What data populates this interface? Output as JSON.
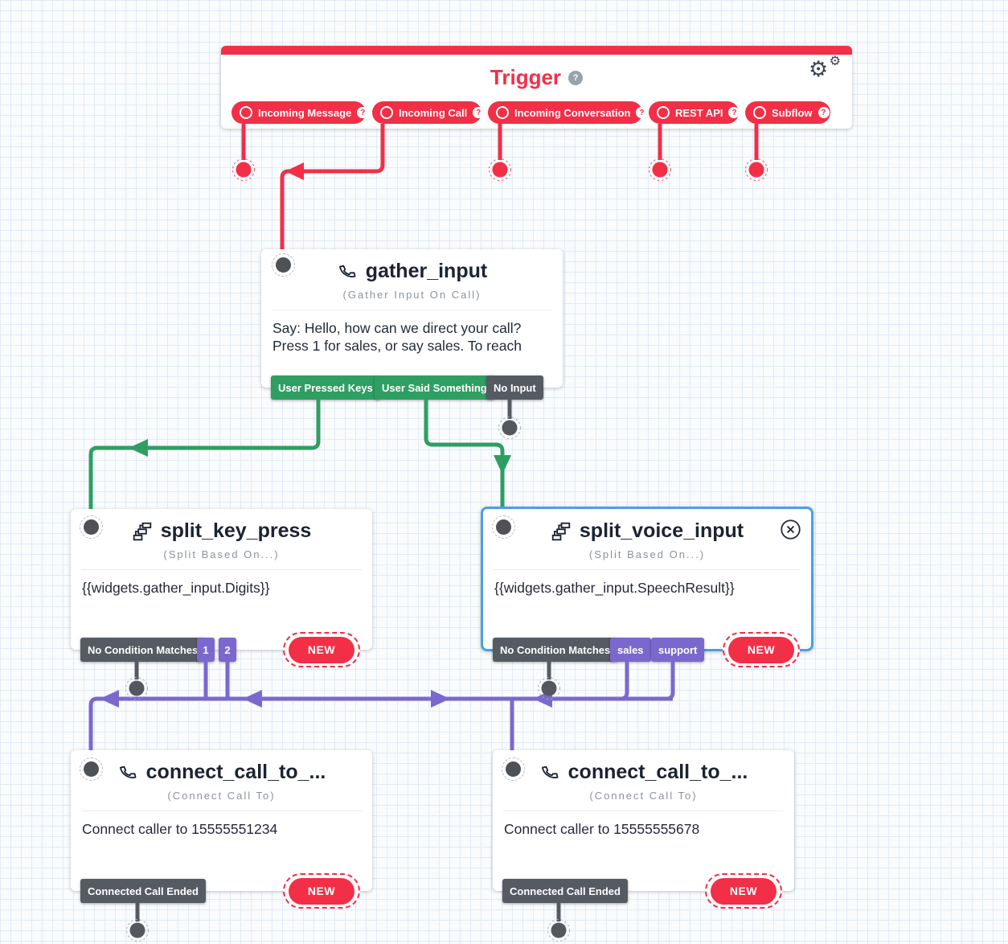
{
  "icons": {
    "gear": "⚙",
    "help": "?"
  },
  "colors": {
    "red": "#f22f46",
    "green": "#2f9e62",
    "purple": "#7b68ce",
    "gray": "#565b63",
    "selected_blue": "#4aa0e0",
    "title_text": "#1b2433"
  },
  "trigger": {
    "title": "Trigger",
    "tabs": [
      {
        "label": "Incoming Message"
      },
      {
        "label": "Incoming Call"
      },
      {
        "label": "Incoming Conversation"
      },
      {
        "label": "REST API"
      },
      {
        "label": "Subflow"
      }
    ]
  },
  "widgets": {
    "gather_input": {
      "title": "gather_input",
      "type_label": "(Gather Input On Call)",
      "body_line1": "Say: Hello, how can we direct your call?",
      "body_line2": "Press 1 for sales, or say sales. To reach",
      "transitions": [
        "User Pressed Keys",
        "User Said Something",
        "No Input"
      ]
    },
    "split_key_press": {
      "title": "split_key_press",
      "type_label": "(Split Based On...)",
      "body": "{{widgets.gather_input.Digits}}",
      "transitions": [
        "No Condition Matches",
        "1",
        "2"
      ],
      "new_label": "NEW"
    },
    "split_voice_input": {
      "title": "split_voice_input",
      "type_label": "(Split Based On...)",
      "body": "{{widgets.gather_input.SpeechResult}}",
      "transitions": [
        "No Condition Matches",
        "sales",
        "support"
      ],
      "new_label": "NEW"
    },
    "connect_call_left": {
      "title": "connect_call_to_...",
      "type_label": "(Connect Call To)",
      "body": "Connect caller to 15555551234",
      "transitions": [
        "Connected Call Ended"
      ],
      "new_label": "NEW"
    },
    "connect_call_right": {
      "title": "connect_call_to_...",
      "type_label": "(Connect Call To)",
      "body": "Connect caller to 15555555678",
      "transitions": [
        "Connected Call Ended"
      ],
      "new_label": "NEW"
    }
  }
}
